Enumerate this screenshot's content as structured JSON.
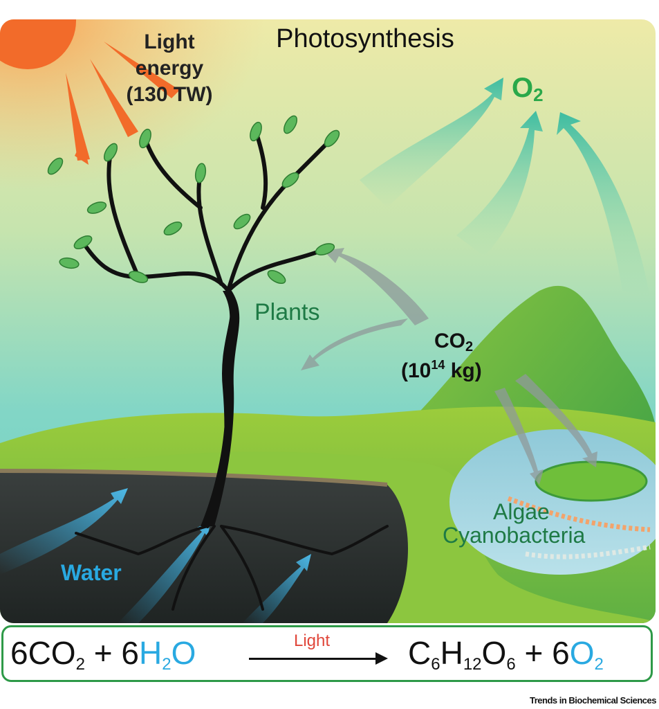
{
  "title": "Photosynthesis",
  "light": {
    "line1": "Light",
    "line2": "energy",
    "line3": "(130 TW)"
  },
  "o2": {
    "main": "O",
    "sub": "2"
  },
  "plants": "Plants",
  "co2": {
    "main": "CO",
    "sub": "2",
    "amount_open": "(10",
    "amount_exp": "14",
    "amount_close": " kg)"
  },
  "algae": "Algae",
  "cyanobacteria": "Cyanobacteria",
  "water": "Water",
  "equation": {
    "reactant1": "6CO",
    "reactant1_sub": "2",
    "plus1": " + 6",
    "h": "H",
    "h_sub": "2",
    "o": "O",
    "arrow_label": "Light",
    "product1_c": "C",
    "c_sub": "6",
    "product1_h": "H",
    "h12_sub": "12",
    "product1_o": "O",
    "o6_sub": "6",
    "plus2": " + 6",
    "o2": "O",
    "o2_sub": "2"
  },
  "credit": "Trends in Biochemical Sciences",
  "colors": {
    "sun": "#f26b2a",
    "water": "#29a9e1",
    "green_text": "#1e7a45",
    "o2": "#2aa84a",
    "border": "#2e9a48"
  }
}
